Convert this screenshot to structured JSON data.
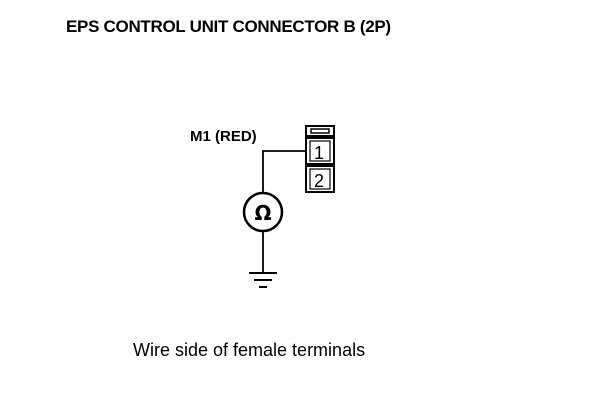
{
  "title": "EPS CONTROL UNIT CONNECTOR B (2P)",
  "wire_label": "M1 (RED)",
  "connector": {
    "pins": [
      "1",
      "2"
    ]
  },
  "meter_symbol": "Ω",
  "caption": "Wire side of female terminals"
}
